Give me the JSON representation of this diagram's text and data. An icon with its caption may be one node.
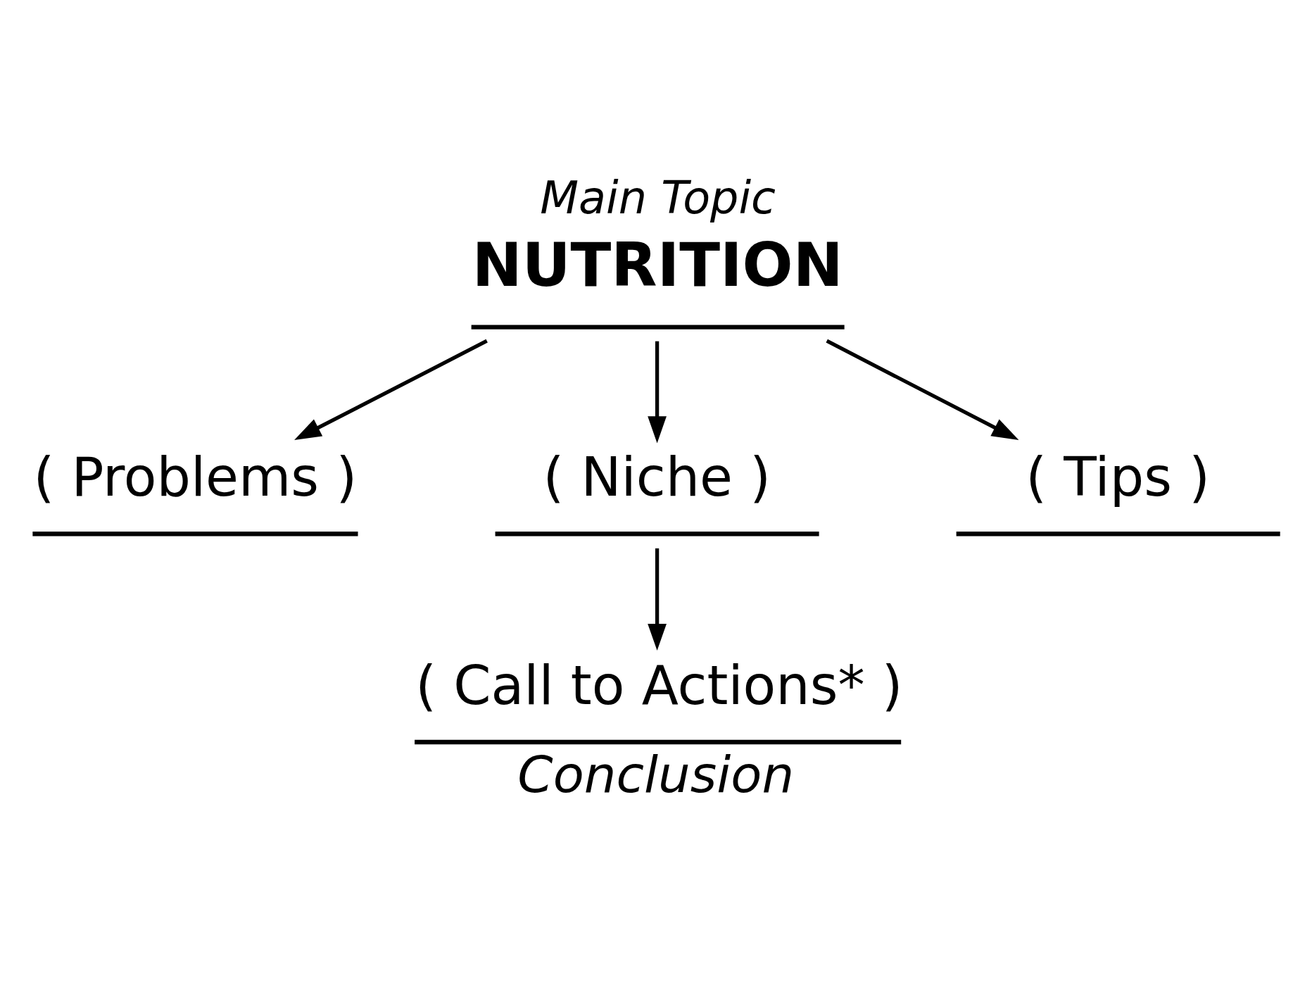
{
  "diagram": {
    "nodes": [
      {
        "text": [
          "Main Topic",
          "NUTRITION"
        ]
      },
      {
        "text": [
          "( Problems )"
        ]
      },
      {
        "text": [
          "( Niche )"
        ]
      },
      {
        "text": [
          "( Tips )"
        ]
      },
      {
        "text": [
          "( Call to Actions* )",
          "Conclusion"
        ]
      }
    ],
    "edges": [
      {
        "from": 0,
        "to": 1,
        "arrow": "to"
      },
      {
        "from": 0,
        "to": 2,
        "arrow": "to"
      },
      {
        "from": 0,
        "to": 3,
        "arrow": "to"
      },
      {
        "from": 2,
        "to": 4,
        "arrow": "to"
      }
    ]
  }
}
